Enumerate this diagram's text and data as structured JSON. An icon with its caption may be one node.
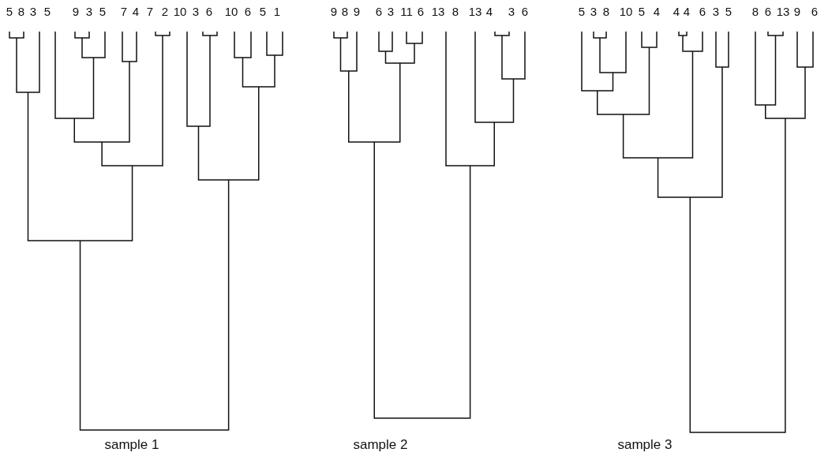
{
  "diagram": {
    "labels": [
      "5",
      "8",
      "3",
      "5",
      "9",
      "3",
      "5",
      "7",
      "4",
      "7",
      "2",
      "10",
      "3",
      "6",
      "10",
      "6",
      "5",
      "1",
      "9",
      "8",
      "9",
      "6",
      "3",
      "11",
      "6",
      "13",
      "8",
      "13",
      "4",
      "3",
      "6",
      "5",
      "3",
      "8",
      "10",
      "5",
      "4",
      "4",
      "4",
      "6",
      "3",
      "5",
      "8",
      "6",
      "13",
      "9",
      "6",
      "sample 1",
      "sample 2",
      "sample 3"
    ]
  }
}
